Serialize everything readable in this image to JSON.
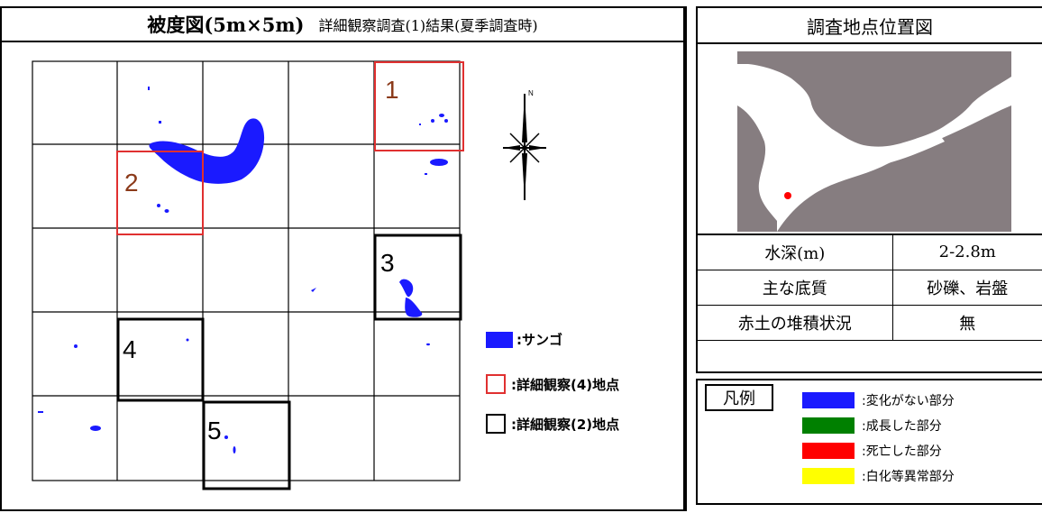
{
  "left_panel": {
    "title_main": "被度図(5m×5m)",
    "title_sub": "詳細観察調査(1)結果(夏季調査時)",
    "grid": {
      "red_boxes": [
        {
          "label": "1",
          "col": 4,
          "row": 0
        },
        {
          "label": "2",
          "col": 1,
          "row": 1
        }
      ],
      "black_boxes": [
        {
          "label": "3",
          "col": 4,
          "row": 2
        },
        {
          "label": "4",
          "col": 1,
          "row": 3
        },
        {
          "label": "5",
          "col": 2,
          "row": 4
        }
      ]
    },
    "compass_label": "N",
    "legend": {
      "coral": ":サンゴ",
      "red_box": ":詳細観察(4)地点",
      "black_box": ":詳細観察(2)地点"
    },
    "colors": {
      "coral": "#1a1aff",
      "red_box": "#e03030",
      "black_box": "#000000"
    }
  },
  "right_panel": {
    "map_title": "調査地点位置図",
    "table": [
      {
        "label": "水深(m)",
        "value": "2-2.8m"
      },
      {
        "label": "主な底質",
        "value": "砂礫、岩盤"
      },
      {
        "label": "赤土の堆積状況",
        "value": "無"
      }
    ],
    "map_colors": {
      "land": "#867d80",
      "sea": "#ffffff",
      "marker": "#ff0000"
    }
  },
  "legend2": {
    "title": "凡例",
    "items": [
      {
        "label": ":変化がない部分",
        "color": "#1a1aff"
      },
      {
        "label": ":成長した部分",
        "color": "#008000"
      },
      {
        "label": ":死亡した部分",
        "color": "#ff0000"
      },
      {
        "label": ":白化等異常部分",
        "color": "#ffff00"
      }
    ]
  }
}
